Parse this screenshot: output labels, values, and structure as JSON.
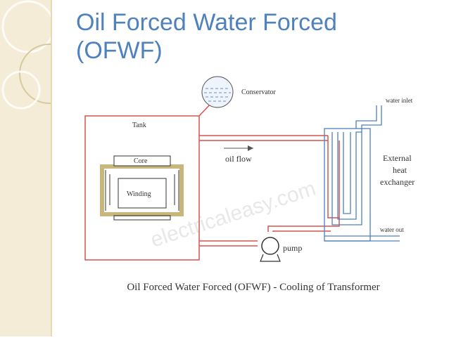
{
  "slide": {
    "title_line1": "Oil Forced Water Forced",
    "title_line2": "(OFWF)"
  },
  "diagram": {
    "labels": {
      "conservator": "Conservator",
      "tank": "Tank",
      "core": "Core",
      "winding": "Winding",
      "oil_flow": "oil flow",
      "external_line1": "External",
      "external_line2": "heat",
      "external_line3": "exchanger",
      "water_inlet": "water inlet",
      "water_out": "water out",
      "pump": "pump"
    },
    "watermark": "electricaleasy.com",
    "caption": "Oil Forced Water Forced (OFWF) - Cooling of Transformer"
  },
  "colors": {
    "title": "#4f81bd",
    "oil_pipe": "#d9534f",
    "water_pipe": "#4f7fc0",
    "core": "#c8b77a",
    "band": "#f4ecd6"
  }
}
